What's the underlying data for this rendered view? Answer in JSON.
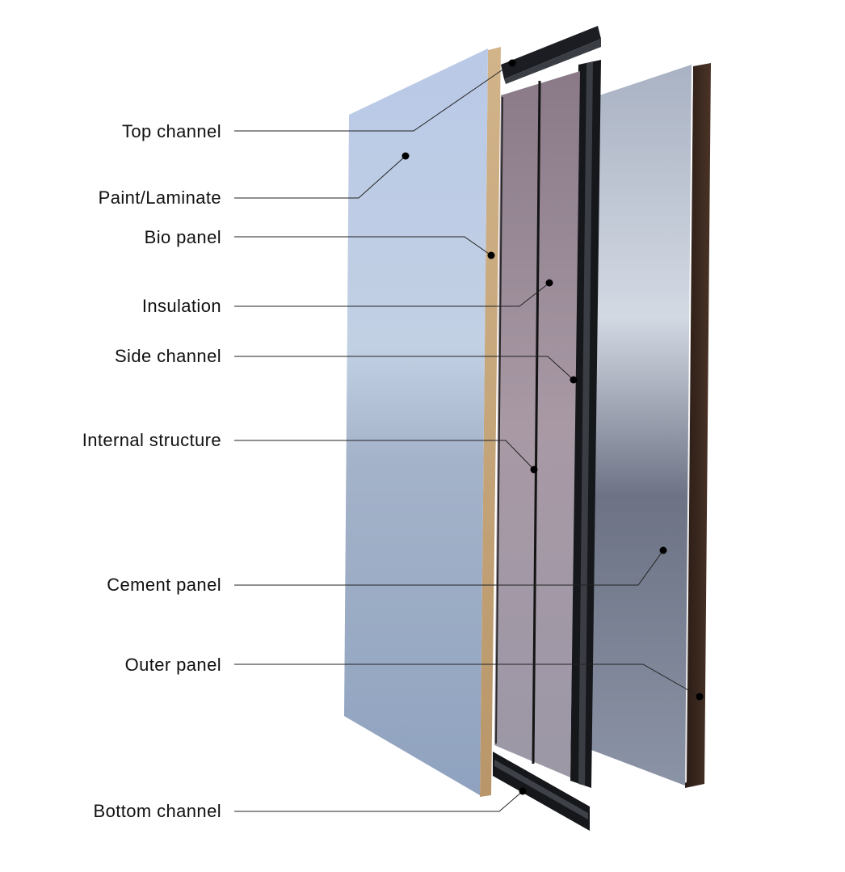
{
  "callouts": [
    {
      "id": "top-channel",
      "label": "Top channel"
    },
    {
      "id": "paint-laminate",
      "label": "Paint/Laminate"
    },
    {
      "id": "bio-panel",
      "label": "Bio panel"
    },
    {
      "id": "insulation",
      "label": "Insulation"
    },
    {
      "id": "side-channel",
      "label": "Side channel"
    },
    {
      "id": "internal-structure",
      "label": "Internal structure"
    },
    {
      "id": "cement-panel",
      "label": "Cement panel"
    },
    {
      "id": "outer-panel",
      "label": "Outer panel"
    },
    {
      "id": "bottom-channel",
      "label": "Bottom channel"
    }
  ],
  "colors": {
    "paint_panel": "#b7c6de",
    "bio_panel": "#c7a77a",
    "insulation": "#9a8a96",
    "channel": "#1b1d22",
    "cement_panel": "#8e96a8",
    "outer_panel": "#3b2a22",
    "leader_line": "#222222"
  }
}
